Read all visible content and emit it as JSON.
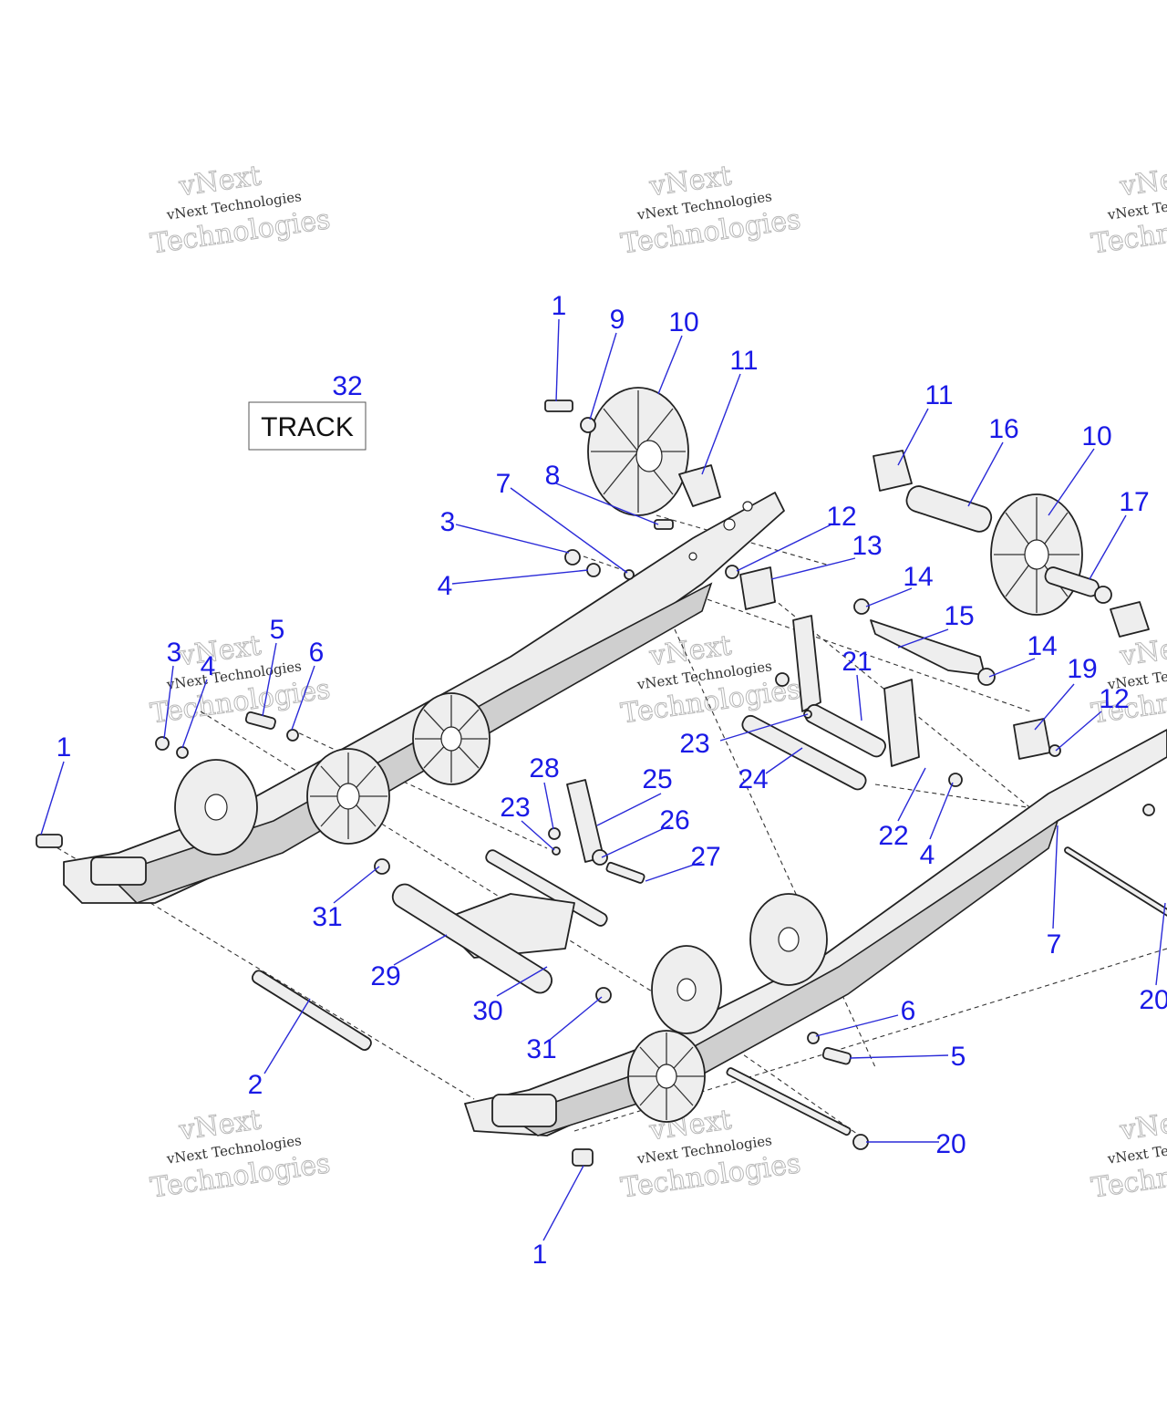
{
  "track_label": "TRACK",
  "watermark": {
    "line1": "vNext Technologies",
    "line2": "Technologies",
    "line0": "vNext"
  },
  "callouts": [
    {
      "id": "c1a",
      "text": "1"
    },
    {
      "id": "c9",
      "text": "9"
    },
    {
      "id": "c10a",
      "text": "10"
    },
    {
      "id": "c11a",
      "text": "11"
    },
    {
      "id": "c32",
      "text": "32"
    },
    {
      "id": "c11b",
      "text": "11"
    },
    {
      "id": "c16",
      "text": "16"
    },
    {
      "id": "c10b",
      "text": "10"
    },
    {
      "id": "c7a",
      "text": "7"
    },
    {
      "id": "c8",
      "text": "8"
    },
    {
      "id": "c17",
      "text": "17"
    },
    {
      "id": "c3a",
      "text": "3"
    },
    {
      "id": "c12a",
      "text": "12"
    },
    {
      "id": "c13",
      "text": "13"
    },
    {
      "id": "c4a",
      "text": "4"
    },
    {
      "id": "c14a",
      "text": "14"
    },
    {
      "id": "c15",
      "text": "15"
    },
    {
      "id": "c5a",
      "text": "5"
    },
    {
      "id": "c3b",
      "text": "3"
    },
    {
      "id": "c6a",
      "text": "6"
    },
    {
      "id": "c4b",
      "text": "4"
    },
    {
      "id": "c21",
      "text": "21"
    },
    {
      "id": "c14b",
      "text": "14"
    },
    {
      "id": "c19",
      "text": "19"
    },
    {
      "id": "c12b",
      "text": "12"
    },
    {
      "id": "c1b",
      "text": "1"
    },
    {
      "id": "c23a",
      "text": "23"
    },
    {
      "id": "c28",
      "text": "28"
    },
    {
      "id": "c25",
      "text": "25"
    },
    {
      "id": "c24",
      "text": "24"
    },
    {
      "id": "c23b",
      "text": "23"
    },
    {
      "id": "c26",
      "text": "26"
    },
    {
      "id": "c22",
      "text": "22"
    },
    {
      "id": "c4c",
      "text": "4"
    },
    {
      "id": "c27",
      "text": "27"
    },
    {
      "id": "c31a",
      "text": "31"
    },
    {
      "id": "c29",
      "text": "29"
    },
    {
      "id": "c7b",
      "text": "7"
    },
    {
      "id": "c20a",
      "text": "20"
    },
    {
      "id": "c30",
      "text": "30"
    },
    {
      "id": "c6b",
      "text": "6"
    },
    {
      "id": "c31b",
      "text": "31"
    },
    {
      "id": "c5b",
      "text": "5"
    },
    {
      "id": "c2",
      "text": "2"
    },
    {
      "id": "c20b",
      "text": "20"
    },
    {
      "id": "c1c",
      "text": "1"
    }
  ]
}
